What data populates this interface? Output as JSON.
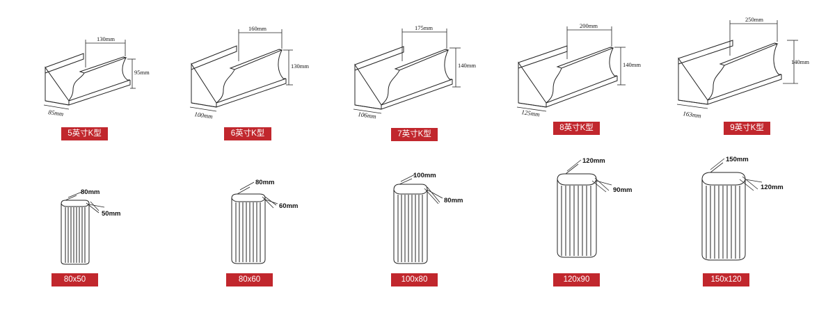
{
  "gutters": [
    {
      "top": "130mm",
      "height": "95mm",
      "bottom": "85mm",
      "label": "5英寸K型"
    },
    {
      "top": "160mm",
      "height": "130mm",
      "bottom": "100mm",
      "label": "6英寸K型"
    },
    {
      "top": "175mm",
      "height": "140mm",
      "bottom": "106mm",
      "label": "7英寸K型"
    },
    {
      "top": "200mm",
      "height": "140mm",
      "bottom": "125mm",
      "label": "8英寸K型"
    },
    {
      "top": "250mm",
      "height": "140mm",
      "bottom": "163mm",
      "label": "9英寸K型"
    }
  ],
  "pipes": [
    {
      "width": "80mm",
      "depth": "50mm",
      "label": "80x50"
    },
    {
      "width": "80mm",
      "depth": "60mm",
      "label": "80x60"
    },
    {
      "width": "100mm",
      "depth": "80mm",
      "label": "100x80"
    },
    {
      "width": "120mm",
      "depth": "90mm",
      "label": "120x90"
    },
    {
      "width": "150mm",
      "depth": "120mm",
      "label": "150x120"
    }
  ]
}
